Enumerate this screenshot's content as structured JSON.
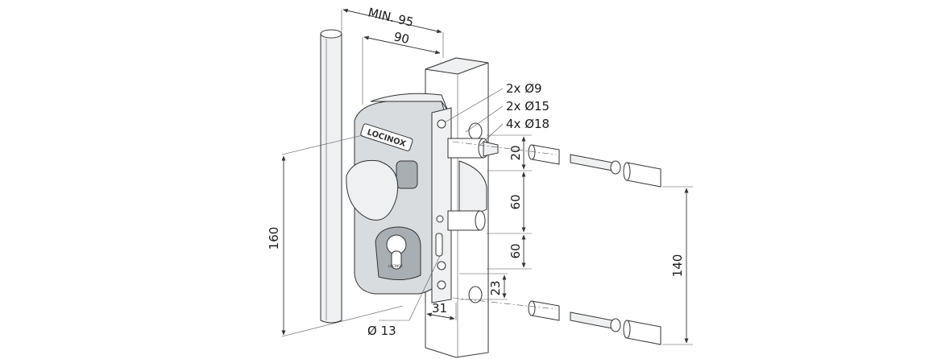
{
  "diagram": {
    "dimensions": {
      "min_width": "MIN. 95",
      "width": "90",
      "height_body": "160",
      "spacing_top": "20",
      "spacing_mid": "60",
      "spacing_low": "60",
      "offset_bottom": "23",
      "depth": "31",
      "hole_diameter": "Ø 13",
      "total_spacing": "140"
    },
    "callouts": {
      "holes_9": "2x Ø9",
      "holes_15": "2x Ø15",
      "holes_18": "4x Ø18"
    },
    "brand": "LOCINOX",
    "cylinder_mark": "LOCINOX"
  }
}
